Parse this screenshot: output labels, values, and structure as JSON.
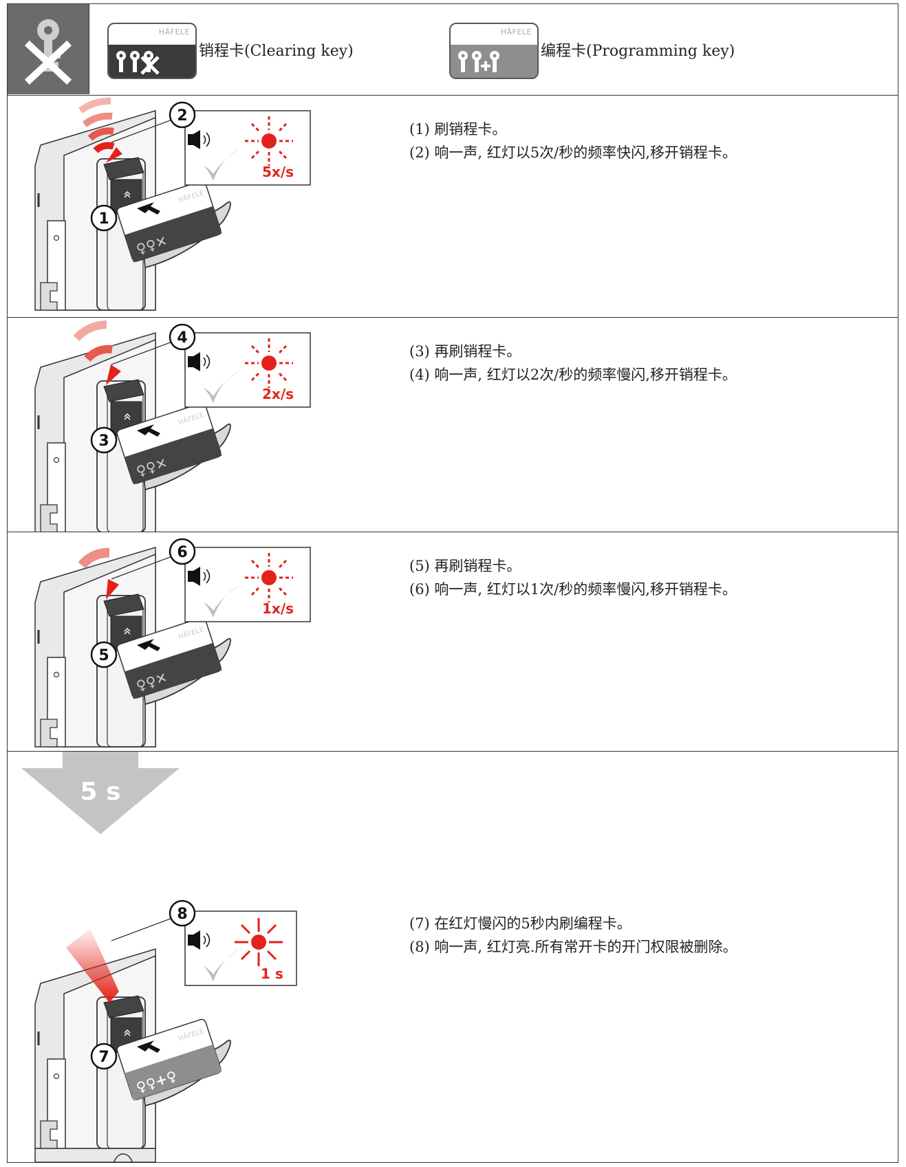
{
  "header": {
    "clearing_card": {
      "brand": "HÄFELE",
      "label": "销程卡(Clearing key)",
      "color": "#3b3b3b"
    },
    "programming_card": {
      "brand": "HÄFELE",
      "label": "编程卡(Programming key)",
      "color": "#8e8e8e"
    }
  },
  "card_brand": "HÄFELE",
  "sections": [
    {
      "swipe_num": "1",
      "beep_num": "2",
      "rate": "5x/s",
      "steps": [
        "(1) 刷销程卡。",
        "(2) 响一声, 红灯以5次/秒的频率快闪,移开销程卡。"
      ]
    },
    {
      "swipe_num": "3",
      "beep_num": "4",
      "rate": "2x/s",
      "steps": [
        "(3) 再刷销程卡。",
        "(4) 响一声, 红灯以2次/秒的频率慢闪,移开销程卡。"
      ]
    },
    {
      "swipe_num": "5",
      "beep_num": "6",
      "rate": "1x/s",
      "steps": [
        "(5) 再刷销程卡。",
        "(6) 响一声, 红灯以1次/秒的频率慢闪,移开销程卡。"
      ]
    },
    {
      "wait_label": "5 s",
      "swipe_num": "7",
      "beep_num": "8",
      "rate": "1 s",
      "steps": [
        "(7) 在红灯慢闪的5秒内刷编程卡。",
        "(8) 响一声, 红灯亮.所有常开卡的开门权限被删除。"
      ]
    }
  ],
  "colors": {
    "red": "#e32219",
    "dark_card": "#3b3b3b",
    "light_card": "#8e8e8e",
    "header_icon_bg": "#6b6b6b"
  }
}
